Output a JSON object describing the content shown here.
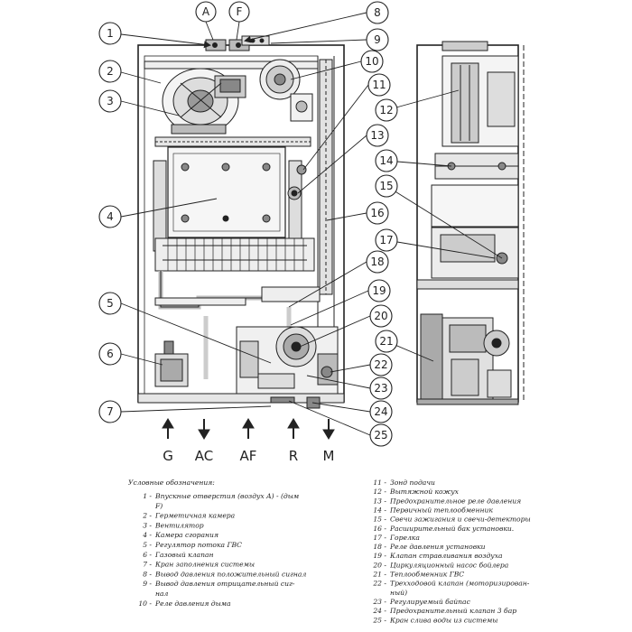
{
  "callouts": {
    "A": "A",
    "F": "F",
    "n1": "1",
    "n2": "2",
    "n3": "3",
    "n4": "4",
    "n5": "5",
    "n6": "6",
    "n7": "7",
    "n8": "8",
    "n9": "9",
    "n10": "10",
    "n11": "11",
    "n12": "12",
    "n13": "13",
    "n14": "14",
    "n15": "15",
    "n16": "16",
    "n17": "17",
    "n18": "18",
    "n19": "19",
    "n20": "20",
    "n21": "21",
    "n22": "22",
    "n23": "23",
    "n24": "24",
    "n25": "25"
  },
  "connections": {
    "G": "G",
    "AC": "AC",
    "AF": "AF",
    "R": "R",
    "M": "M"
  },
  "legend": {
    "title": "Условные обозначения:",
    "left": [
      {
        "num": "1 -",
        "text": "Впускные отверстия (воздух A) - (дым"
      },
      {
        "num": "",
        "text": "F)"
      },
      {
        "num": "2 -",
        "text": "Герметичная камера"
      },
      {
        "num": "3 -",
        "text": "Вентилятор"
      },
      {
        "num": "4 -",
        "text": "Камера сгорания"
      },
      {
        "num": "5 -",
        "text": "Регулятор потока ГВС"
      },
      {
        "num": "6 -",
        "text": "Газовый клапан"
      },
      {
        "num": "7 -",
        "text": "Кран заполнения системы"
      },
      {
        "num": "8 -",
        "text": "Вывод давления положительный сигнал"
      },
      {
        "num": "9 -",
        "text": "Вывод давления отрицательный сиг-"
      },
      {
        "num": "",
        "text": "нал"
      },
      {
        "num": "10 -",
        "text": "Реле давления дыма"
      }
    ],
    "right": [
      {
        "num": "11 -",
        "text": "Зонд подачи"
      },
      {
        "num": "12 -",
        "text": "Вытяжной кожух"
      },
      {
        "num": "13 -",
        "text": "Предохранительное реле давления"
      },
      {
        "num": "14 -",
        "text": "Первичный теплообменник"
      },
      {
        "num": "15 -",
        "text": "Свечи зажигания и свечи-детекторы"
      },
      {
        "num": "16 -",
        "text": "Расширительный бак установки."
      },
      {
        "num": "17 -",
        "text": "Горелка"
      },
      {
        "num": "18 -",
        "text": "Реле давления установки"
      },
      {
        "num": "19 -",
        "text": "Клапан стравливания воздуха"
      },
      {
        "num": "20 -",
        "text": "Циркуляционный насос бойлера"
      },
      {
        "num": "21 -",
        "text": "Теплообменник ГВС"
      },
      {
        "num": "22 -",
        "text": "Трехходовой клапан (моторизирован-"
      },
      {
        "num": "",
        "text": "ный)"
      },
      {
        "num": "23 -",
        "text": "Регулируемый байпас"
      },
      {
        "num": "24 -",
        "text": "Предохранительный клапан 3 бар"
      },
      {
        "num": "25 -",
        "text": "Кран слива воды из системы"
      }
    ]
  }
}
